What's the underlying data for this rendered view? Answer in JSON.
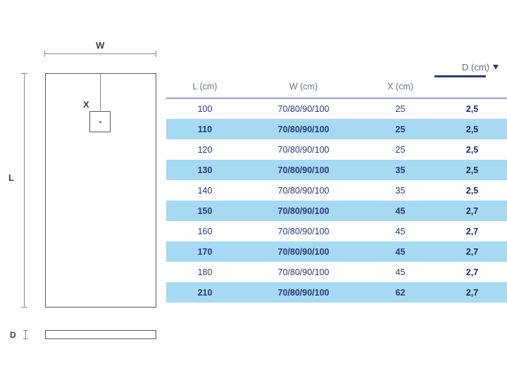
{
  "drawing": {
    "width_label": "W",
    "length_label": "L",
    "drain_label": "X",
    "depth_label": "D"
  },
  "legend": {
    "depth_title": "D (cm)",
    "bar_color": "#2a3a7c",
    "arrow_down": "arrow-down-icon",
    "arrow_up": "arrow-up-icon"
  },
  "table": {
    "headers": [
      "L (cm)",
      "W (cm)",
      "X (cm)",
      ""
    ],
    "stripe_color": "#a6d9f2",
    "text_color": "#2a3a7c",
    "header_color": "#6b7494",
    "rows": [
      {
        "l": "100",
        "w": "70/80/90/100",
        "x": "25",
        "d": "2,5"
      },
      {
        "l": "110",
        "w": "70/80/90/100",
        "x": "25",
        "d": "2,5"
      },
      {
        "l": "120",
        "w": "70/80/90/100",
        "x": "25",
        "d": "2,5"
      },
      {
        "l": "130",
        "w": "70/80/90/100",
        "x": "35",
        "d": "2,5"
      },
      {
        "l": "140",
        "w": "70/80/90/100",
        "x": "35",
        "d": "2,5"
      },
      {
        "l": "150",
        "w": "70/80/90/100",
        "x": "45",
        "d": "2,7"
      },
      {
        "l": "160",
        "w": "70/80/90/100",
        "x": "45",
        "d": "2,7"
      },
      {
        "l": "170",
        "w": "70/80/90/100",
        "x": "45",
        "d": "2,7"
      },
      {
        "l": "180",
        "w": "70/80/90/100",
        "x": "45",
        "d": "2,7"
      },
      {
        "l": "210",
        "w": "70/80/90/100",
        "x": "62",
        "d": "2,7"
      }
    ]
  }
}
